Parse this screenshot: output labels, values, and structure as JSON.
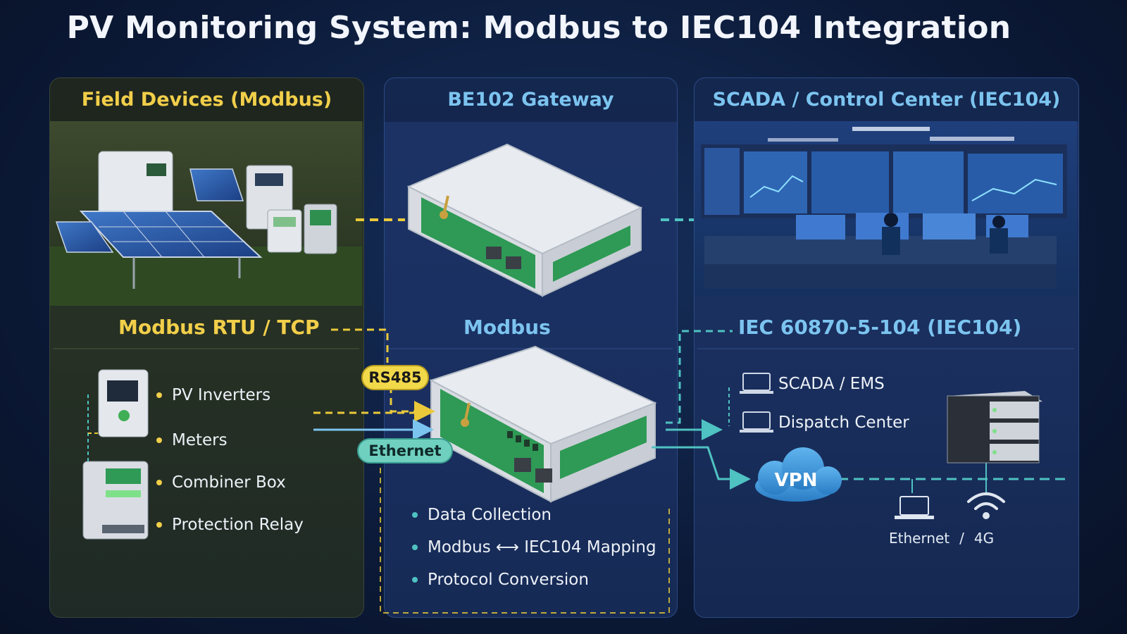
{
  "title": "PV Monitoring System: Modbus to IEC104 Integration",
  "panels": {
    "field": {
      "heading": "Field Devices (Modbus)",
      "section_label": "Modbus RTU / TCP",
      "items": [
        "PV Inverters",
        "Meters",
        "Combiner Box",
        "Protection Relay"
      ]
    },
    "gateway": {
      "heading": "BE102 Gateway",
      "section_label": "Modbus",
      "functions": [
        "Data Collection",
        "Modbus ⟷ IEC104 Mapping",
        "Protocol Conversion"
      ]
    },
    "scada": {
      "heading": "SCADA / Control Center (IEC104)",
      "section_label": "IEC 60870-5-104 (IEC104)",
      "items": [
        "SCADA / EMS",
        "Dispatch Center"
      ],
      "vpn_label": "VPN",
      "link_labels": [
        "Ethernet",
        "/",
        "4G"
      ]
    }
  },
  "connectors": {
    "rs485": "RS485",
    "ethernet": "Ethernet"
  },
  "colors": {
    "field_accent": "#f2cf4a",
    "gateway_accent": "#7cc4f0",
    "modbus_line": "#e9c93a",
    "iec_line": "#4fc2c2",
    "device_green": "#2e9a55"
  }
}
